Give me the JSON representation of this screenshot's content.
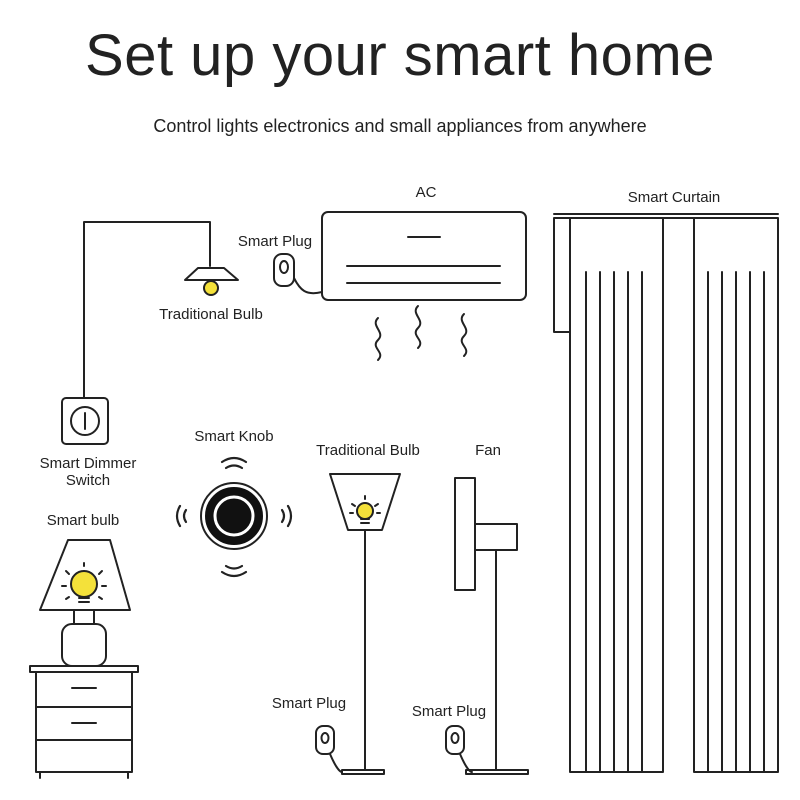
{
  "header": {
    "title": "Set up your smart home",
    "subtitle": "Control lights electronics and small appliances from anywhere"
  },
  "labels": {
    "ac": "AC",
    "smart_curtain": "Smart Curtain",
    "smart_plug_ac": "Smart Plug",
    "traditional_bulb_ceiling": "Traditional Bulb",
    "smart_dimmer_switch_line1": "Smart Dimmer",
    "smart_dimmer_switch_line2": "Switch",
    "smart_knob": "Smart Knob",
    "traditional_bulb_floor": "Traditional Bulb",
    "fan": "Fan",
    "smart_bulb": "Smart bulb",
    "smart_plug_floor_lamp": "Smart Plug",
    "smart_plug_fan": "Smart Plug"
  },
  "colors": {
    "line": "#222222",
    "bulb_yellow": "#f4e13a",
    "knob": "#111111"
  }
}
